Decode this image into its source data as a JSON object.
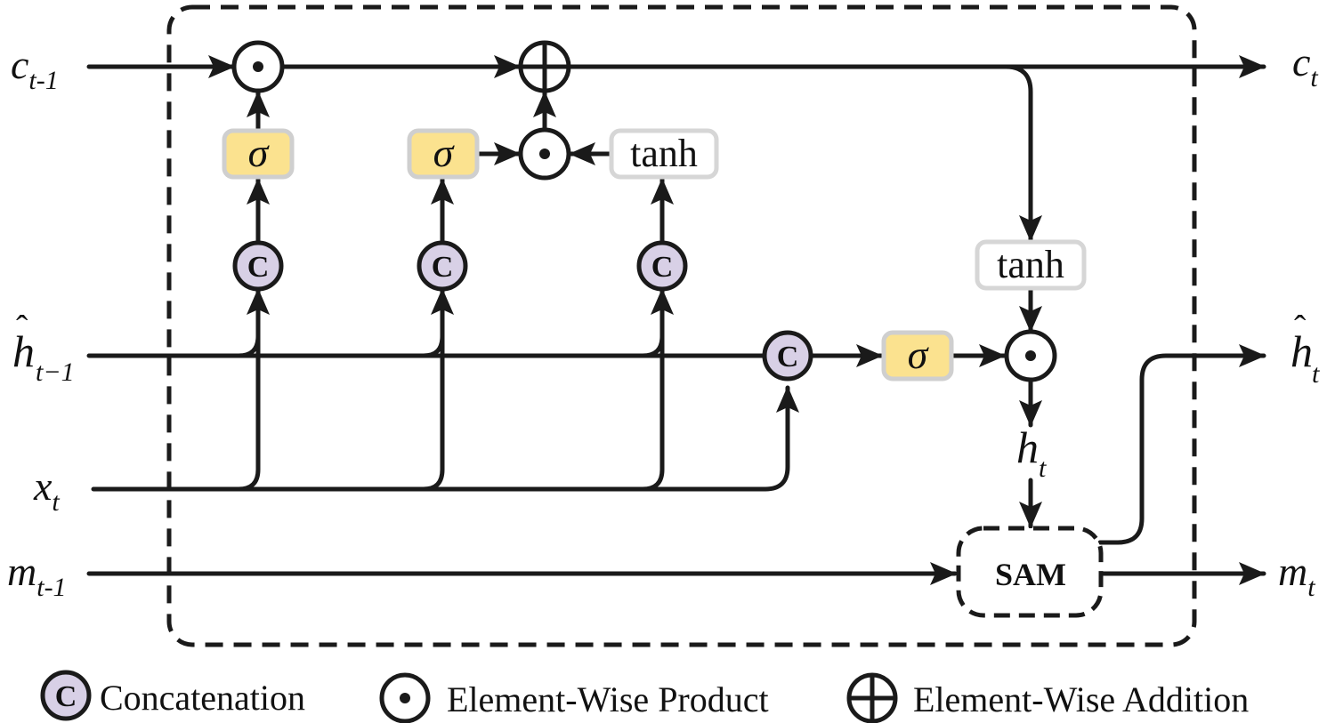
{
  "inputs": {
    "c_prev": {
      "base": "c",
      "sub": "t-1"
    },
    "h_hat_prev": {
      "base": "h",
      "sub": "t−1",
      "hat": "ˆ"
    },
    "x": {
      "base": "x",
      "sub": "t"
    },
    "m_prev": {
      "base": "m",
      "sub": "t-1"
    }
  },
  "outputs": {
    "c": {
      "base": "c",
      "sub": "t"
    },
    "h_hat": {
      "base": "h",
      "sub": "t",
      "hat": "ˆ"
    },
    "m": {
      "base": "m",
      "sub": "t"
    }
  },
  "internal": {
    "h": {
      "base": "h",
      "sub": "t"
    }
  },
  "nodes": {
    "sigma": "σ",
    "tanh": "tanh",
    "concat_symbol": "C",
    "sam": "SAM"
  },
  "legend": {
    "concatenation": "Concatenation",
    "product": "Element-Wise Product",
    "addition": "Element-Wise Addition"
  },
  "colors": {
    "line": "#1a1a1a",
    "sigma_fill": "#fbe28f",
    "sigma_stroke": "#cfcfcf",
    "tanh_stroke": "#d6d6d6",
    "concat_fill": "#d8d0e6"
  }
}
